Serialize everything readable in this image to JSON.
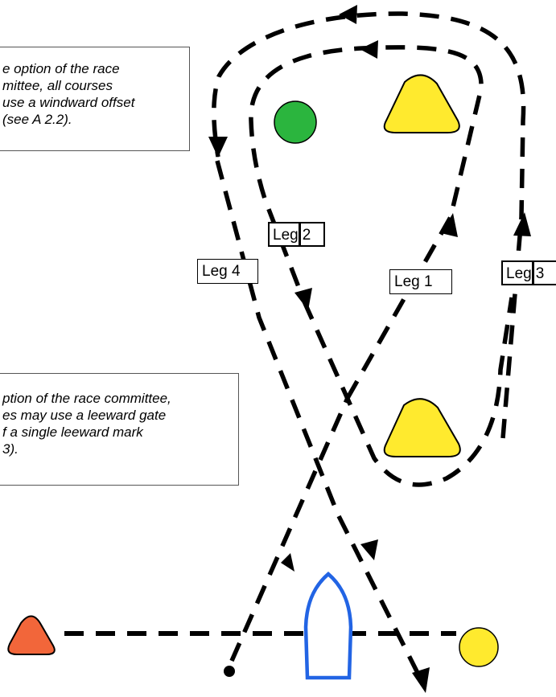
{
  "notes": {
    "windward_offset": [
      "e option of the race",
      "mittee, all courses",
      "use a windward offset",
      " (see A 2.2)."
    ],
    "leeward_gate": [
      "ption of the race committee,",
      "es may use a leeward gate",
      "f a single leeward mark",
      "3)."
    ]
  },
  "legs": {
    "leg1": {
      "word": "Leg",
      "num": "1"
    },
    "leg2": {
      "word": "Leg",
      "num": "2"
    },
    "leg3": {
      "word": "Leg",
      "num": "3"
    },
    "leg4": {
      "word": "Leg",
      "num": "4"
    }
  },
  "colors": {
    "mark_yellow": "#FFEA2E",
    "mark_green": "#2BB53E",
    "start_pin_orange": "#F2663A",
    "committee_boat_outline": "#2264E4",
    "course_line": "#000000"
  }
}
